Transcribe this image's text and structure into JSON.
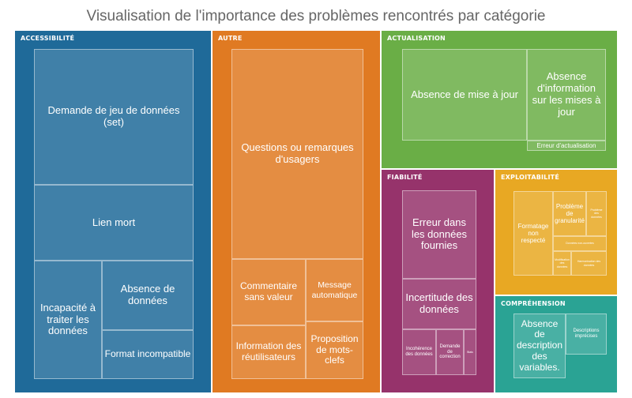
{
  "chart_data": {
    "type": "treemap",
    "title": "Visualisation de l'importance des problèmes rencontrés par catégorie",
    "categories": [
      {
        "name": "ACCESSIBILITÉ",
        "color": "#1f6a99",
        "value": 30.7,
        "children": [
          {
            "name": "Demande de jeu de données (set)",
            "value": 11.5
          },
          {
            "name": "Lien mort",
            "value": 6.9
          },
          {
            "name": "Incapacité à traiter les données",
            "value": 6.1
          },
          {
            "name": "Absence de données",
            "value": 3.7
          },
          {
            "name": "Format incompatible",
            "value": 2.5
          }
        ]
      },
      {
        "name": "AUTRE",
        "color": "#e07a22",
        "value": 26.1,
        "children": [
          {
            "name": "Questions ou remarques d'usagers",
            "value": 16.3
          },
          {
            "name": "Commentaire sans valeur",
            "value": 3.0
          },
          {
            "name": "Message automatique",
            "value": 2.5
          },
          {
            "name": "Information des réutilisateurs",
            "value": 2.3
          },
          {
            "name": "Proposition de mots-clefs",
            "value": 2.0
          }
        ]
      },
      {
        "name": "ACTUALISATION",
        "color": "#6aae46",
        "value": 14.9,
        "children": [
          {
            "name": "Absence de mise à jour",
            "value": 8.0
          },
          {
            "name": "Absence d'information sur les mises à jour",
            "value": 5.5
          },
          {
            "name": "Erreur d'actualisation",
            "value": 1.4
          }
        ]
      },
      {
        "name": "FIABILITÉ",
        "color": "#96336b",
        "value": 10.2,
        "children": [
          {
            "name": "Erreur dans les données fournies",
            "value": 5.0
          },
          {
            "name": "Incertitude des données",
            "value": 3.2
          },
          {
            "name": "Incohérence des données",
            "value": 1.1
          },
          {
            "name": "Demande de correction",
            "value": 0.7
          },
          {
            "name": "Biais",
            "value": 0.2
          }
        ]
      },
      {
        "name": "EXPLOITABILITÉ",
        "color": "#e8a823",
        "value": 9.0,
        "children": [
          {
            "name": "Formatage non respecté",
            "value": 3.8
          },
          {
            "name": "Problème de granularité",
            "value": 1.9
          },
          {
            "name": "Problème des données",
            "value": 0.6
          },
          {
            "name": "Données non-ouvertes",
            "value": 0.9
          },
          {
            "name": "Modification des données",
            "value": 0.6
          },
          {
            "name": "Harmonisation des données",
            "value": 0.9
          }
        ]
      },
      {
        "name": "COMPRÉHENSION",
        "color": "#2aa394",
        "value": 9.1,
        "children": [
          {
            "name": "Absence de description des variables.",
            "value": 4.6
          },
          {
            "name": "Descriptions imprécises",
            "value": 3.9
          }
        ]
      }
    ]
  }
}
